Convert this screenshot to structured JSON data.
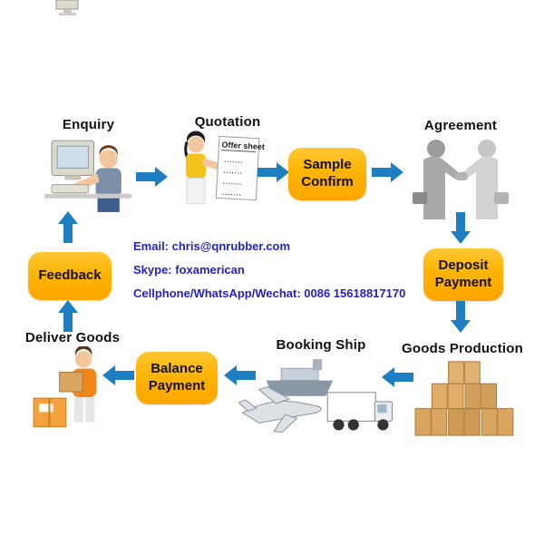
{
  "diagram": {
    "title_hint": "export order process flow",
    "colors": {
      "arrow_blue": "#1e7ec2",
      "box_orange": "#ffb400",
      "label_black": "#111111",
      "contact_blue": "#2222cc"
    },
    "nodes": {
      "enquiry": {
        "label": "Enquiry"
      },
      "quotation": {
        "label": "Quotation",
        "offer_sheet": {
          "title": "Offer sheet",
          "lines": [
            ".......",
            ".......",
            ".......",
            "......."
          ]
        }
      },
      "sample_confirm": {
        "label": "Sample\nConfirm"
      },
      "agreement": {
        "label": "Agreement"
      },
      "deposit_payment": {
        "label": "Deposit\nPayment"
      },
      "goods_production": {
        "label": "Goods Production"
      },
      "booking_ship": {
        "label": "Booking Ship"
      },
      "balance_payment": {
        "label": "Balance\nPayment"
      },
      "deliver_goods": {
        "label": "Deliver Goods"
      },
      "feedback": {
        "label": "Feedback"
      }
    },
    "contact": {
      "email": "Email: chris@qnrubber.com",
      "skype": "Skype: foxamerican",
      "cellphone": "Cellphone/WhatsApp/Wechat: 0086 15618817170"
    }
  }
}
